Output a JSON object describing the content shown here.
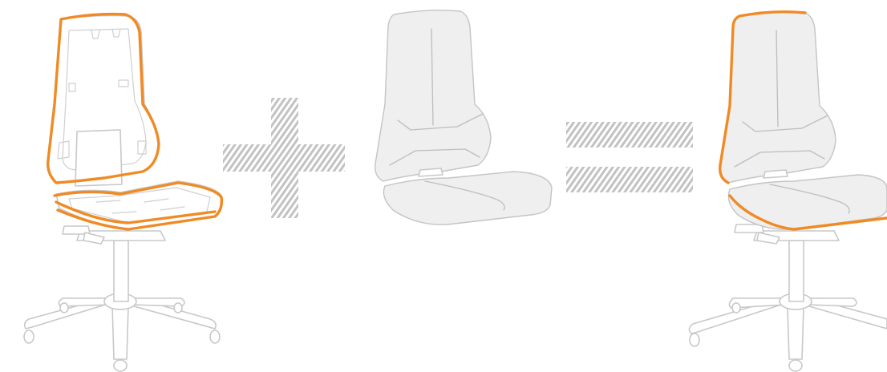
{
  "colors": {
    "accent": "#F08A24",
    "line": "#C8C8C8",
    "cushion": "#EFEFEF",
    "operator": "#B9B9B9",
    "background": "#FFFFFF"
  },
  "equation": {
    "operand_1": "chair-frame-without-upholstery",
    "operator_1": "plus-icon",
    "operand_2": "upholstery-set-backrest-and-seat",
    "operator_2": "equals-icon",
    "result": "fully-upholstered-chair"
  }
}
